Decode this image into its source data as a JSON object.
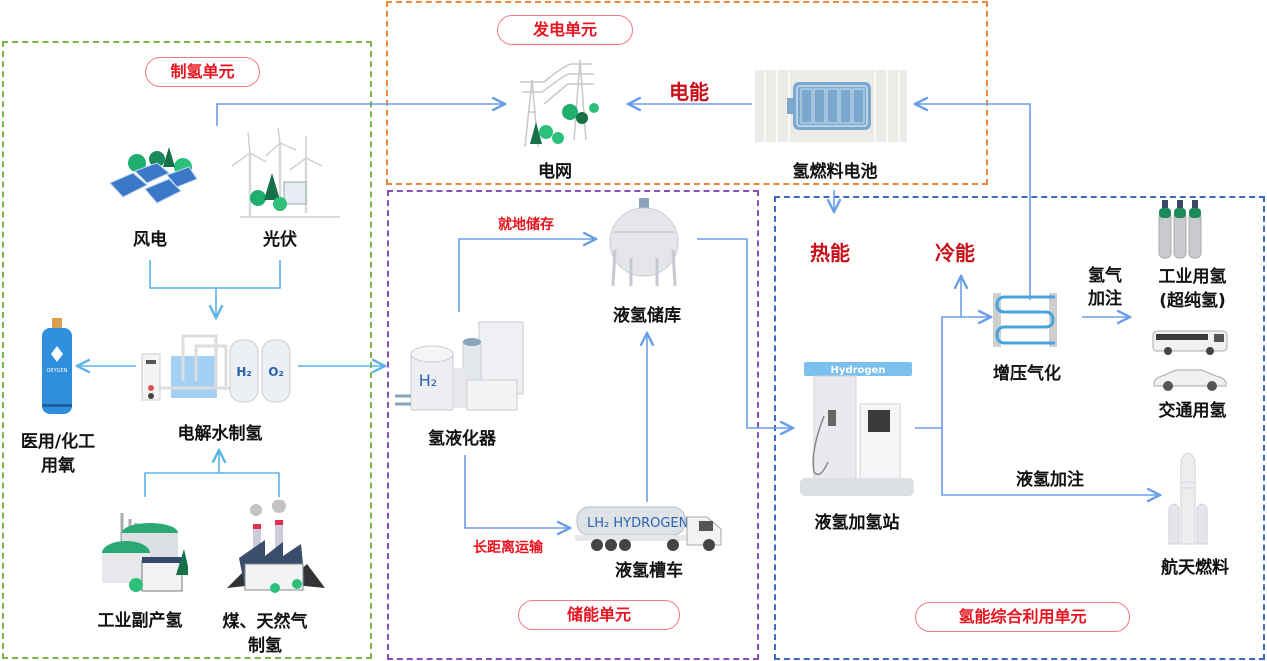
{
  "units": {
    "production": {
      "title": "制氢单元",
      "border_color": "#7ab648"
    },
    "power": {
      "title": "发电单元",
      "border_color": "#f0883c"
    },
    "storage": {
      "title": "储能单元",
      "border_color": "#8a4fbf"
    },
    "utilization": {
      "title": "氢能综合利用单元",
      "border_color": "#3d6bbf"
    }
  },
  "nodes": {
    "wind": "风电",
    "solar": "光伏",
    "electrolysis": "电解水制氢",
    "oxygen_use": [
      "医用/化工",
      "用氧"
    ],
    "industrial_byproduct": "工业副产氢",
    "coal_gas": [
      "煤、天然气",
      "制氢"
    ],
    "grid": "电网",
    "fuel_cell": "氢燃料电池",
    "liquefier": "氢液化器",
    "lh2_storage": "液氢储库",
    "lh2_tanker": "液氢槽车",
    "lh2_station": "液氢加氢站",
    "pressurize_vaporize": "增压气化",
    "industrial_h2": [
      "工业用氢",
      "(超纯氢)"
    ],
    "transport_h2": "交通用氢",
    "aerospace_fuel": "航天燃料"
  },
  "edge_labels": {
    "electric_energy": "电能",
    "local_storage": "就地储存",
    "long_distance": "长距离运输",
    "heat_energy": "热能",
    "cold_energy": "冷能",
    "h2_refuel": [
      "氢气",
      "加注"
    ],
    "lh2_refuel": "液氢加注"
  },
  "icon_text": {
    "h2": "H₂",
    "o2": "O₂",
    "tanker": "LH₂ HYDROGEN",
    "station_sign": "Hydrogen",
    "cylinder": "OXYGEN"
  },
  "colors": {
    "arrow": "#6a9ee8",
    "arrow_light": "#5ab4e8",
    "title_red": "#e8141f",
    "energy_red": "#c8101a"
  }
}
